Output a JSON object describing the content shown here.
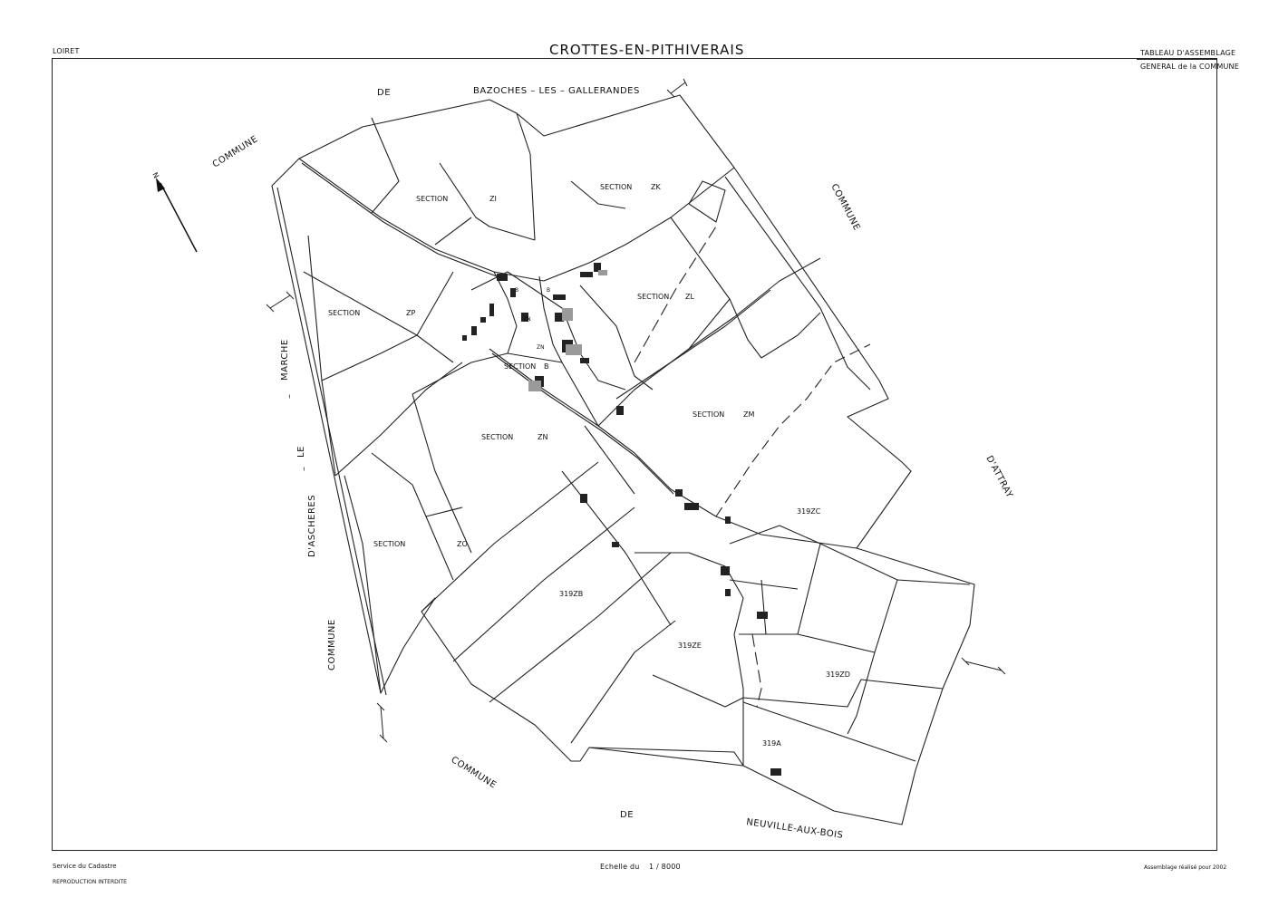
{
  "header": {
    "left": "LOIRET",
    "title": "CROTTES-EN-PITHIVERAIS",
    "right_top": "TABLEAU D'ASSEMBLAGE",
    "right_bottom": "GENERAL de la COMMUNE"
  },
  "neighbours": {
    "north_a": "DE",
    "north_b": "BAZOCHES  –  LES  –  GALLERANDES",
    "northwest": "COMMUNE",
    "east_a": "COMMUNE",
    "east_b": "D'ATTRAY",
    "west_1": "MARCHE",
    "west_2": "–",
    "west_3": "LE",
    "west_4": "–",
    "west_5": "D'ASCHERES",
    "west_6": "COMMUNE",
    "south_a": "COMMUNE",
    "south_b": "DE",
    "south_c": "NEUVILLE-AUX-BOIS"
  },
  "north_arrow": {
    "label": "N"
  },
  "sections": [
    {
      "word": "SECTION",
      "code": "ZI"
    },
    {
      "word": "SECTION",
      "code": "ZK"
    },
    {
      "word": "SECTION",
      "code": "ZP"
    },
    {
      "word": "SECTION",
      "code": "ZL"
    },
    {
      "word": "SECTION",
      "code": "B"
    },
    {
      "word": "SECTION",
      "code": "ZM"
    },
    {
      "word": "SECTION",
      "code": "ZN"
    },
    {
      "word": "SECTION",
      "code": "ZO"
    }
  ],
  "section_small": {
    "zn": "ZN",
    "b1": "B",
    "b2": "B",
    "zn2": "ZN"
  },
  "parcels": [
    "319ZC",
    "319ZB",
    "319ZE",
    "319ZD",
    "319A"
  ],
  "footer": {
    "left_top": "Service du Cadastre",
    "left_bottom": "REPRODUCTION  INTERDITE",
    "scale_label": "Echelle du",
    "scale_value": "1  /  8000",
    "right": "Assemblage réalisé pour 2002"
  }
}
